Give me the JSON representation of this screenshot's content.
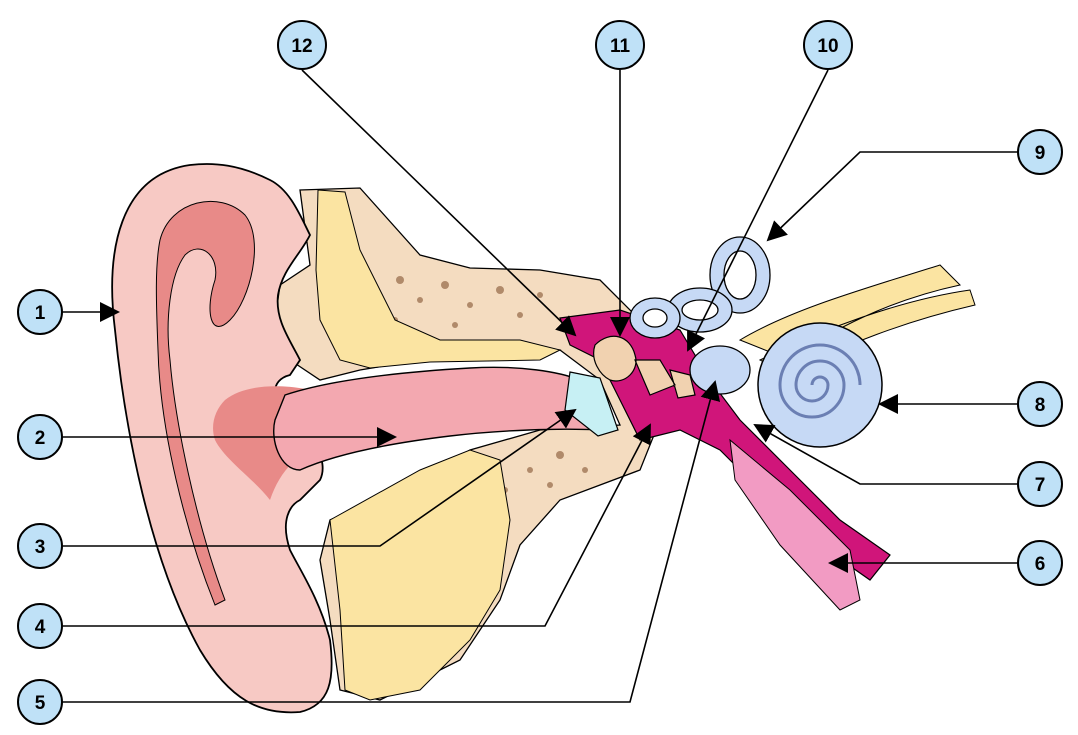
{
  "diagram": {
    "labels": [
      {
        "id": "1",
        "text": "1"
      },
      {
        "id": "2",
        "text": "2"
      },
      {
        "id": "3",
        "text": "3"
      },
      {
        "id": "4",
        "text": "4"
      },
      {
        "id": "5",
        "text": "5"
      },
      {
        "id": "6",
        "text": "6"
      },
      {
        "id": "7",
        "text": "7"
      },
      {
        "id": "8",
        "text": "8"
      },
      {
        "id": "9",
        "text": "9"
      },
      {
        "id": "10",
        "text": "10"
      },
      {
        "id": "11",
        "text": "11"
      },
      {
        "id": "12",
        "text": "12"
      }
    ]
  },
  "colors": {
    "badge_fill": "#bfe1f7",
    "outer_ear": "#f7c9c4",
    "bone": "#f4dcc0",
    "cartilage": "#fbe4a2",
    "tube": "#d0157a",
    "inner_ear": "#c6d9f5"
  }
}
